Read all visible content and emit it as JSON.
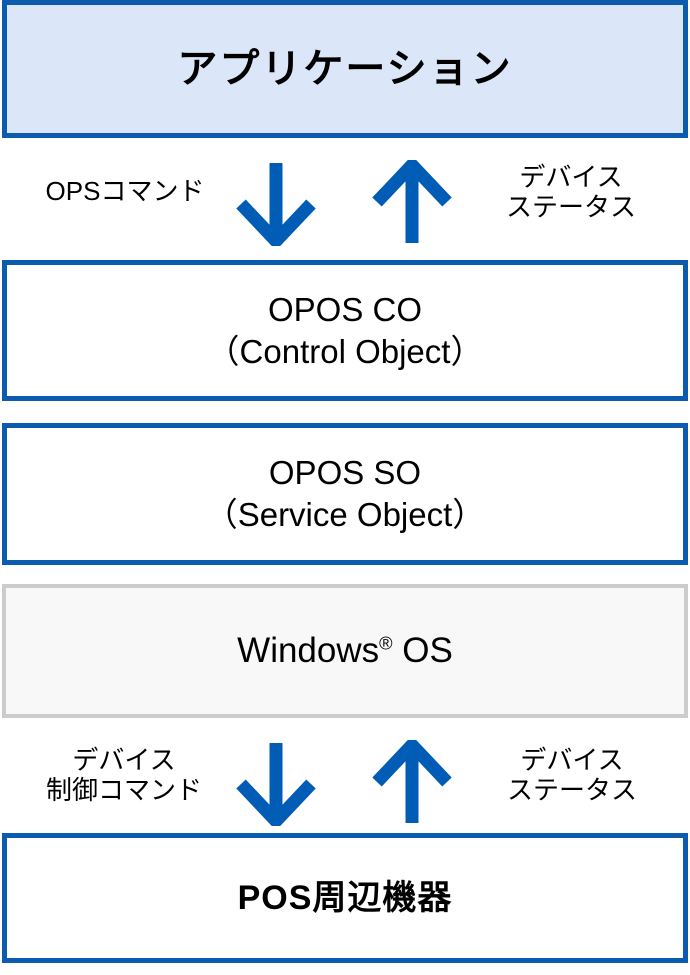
{
  "diagram": {
    "title": "OPOS architecture stack",
    "colors": {
      "border_blue": "#0b5cae",
      "arrow_blue": "#005cb4",
      "app_fill": "#dce6f9",
      "os_border_grey": "#cccccc",
      "os_fill": "#f8f8f8",
      "box_fill_white": "#ffffff",
      "text": "#000000"
    },
    "layers": [
      {
        "id": "application",
        "line1": "アプリケーション",
        "line2": ""
      },
      {
        "id": "opos-co",
        "line1": "OPOS CO",
        "line2": "（Control Object）"
      },
      {
        "id": "opos-so",
        "line1": "OPOS SO",
        "line2": "（Service Object）"
      },
      {
        "id": "windows-os",
        "line1": "Windows",
        "superscript": "®",
        "line1_suffix": " OS",
        "line2": ""
      },
      {
        "id": "pos-device",
        "line1": "POS周辺機器",
        "line2": ""
      }
    ],
    "flows": {
      "top": {
        "down_label_line1": "OPSコマンド",
        "down_label_line2": "",
        "down_arrow": "arrow-down-icon",
        "up_arrow": "arrow-up-icon",
        "up_label_line1": "デバイス",
        "up_label_line2": "ステータス"
      },
      "bottom": {
        "down_label_line1": "デバイス",
        "down_label_line2": "制御コマンド",
        "down_arrow": "arrow-down-icon",
        "up_arrow": "arrow-up-icon",
        "up_label_line1": "デバイス",
        "up_label_line2": "ステータス"
      }
    }
  }
}
